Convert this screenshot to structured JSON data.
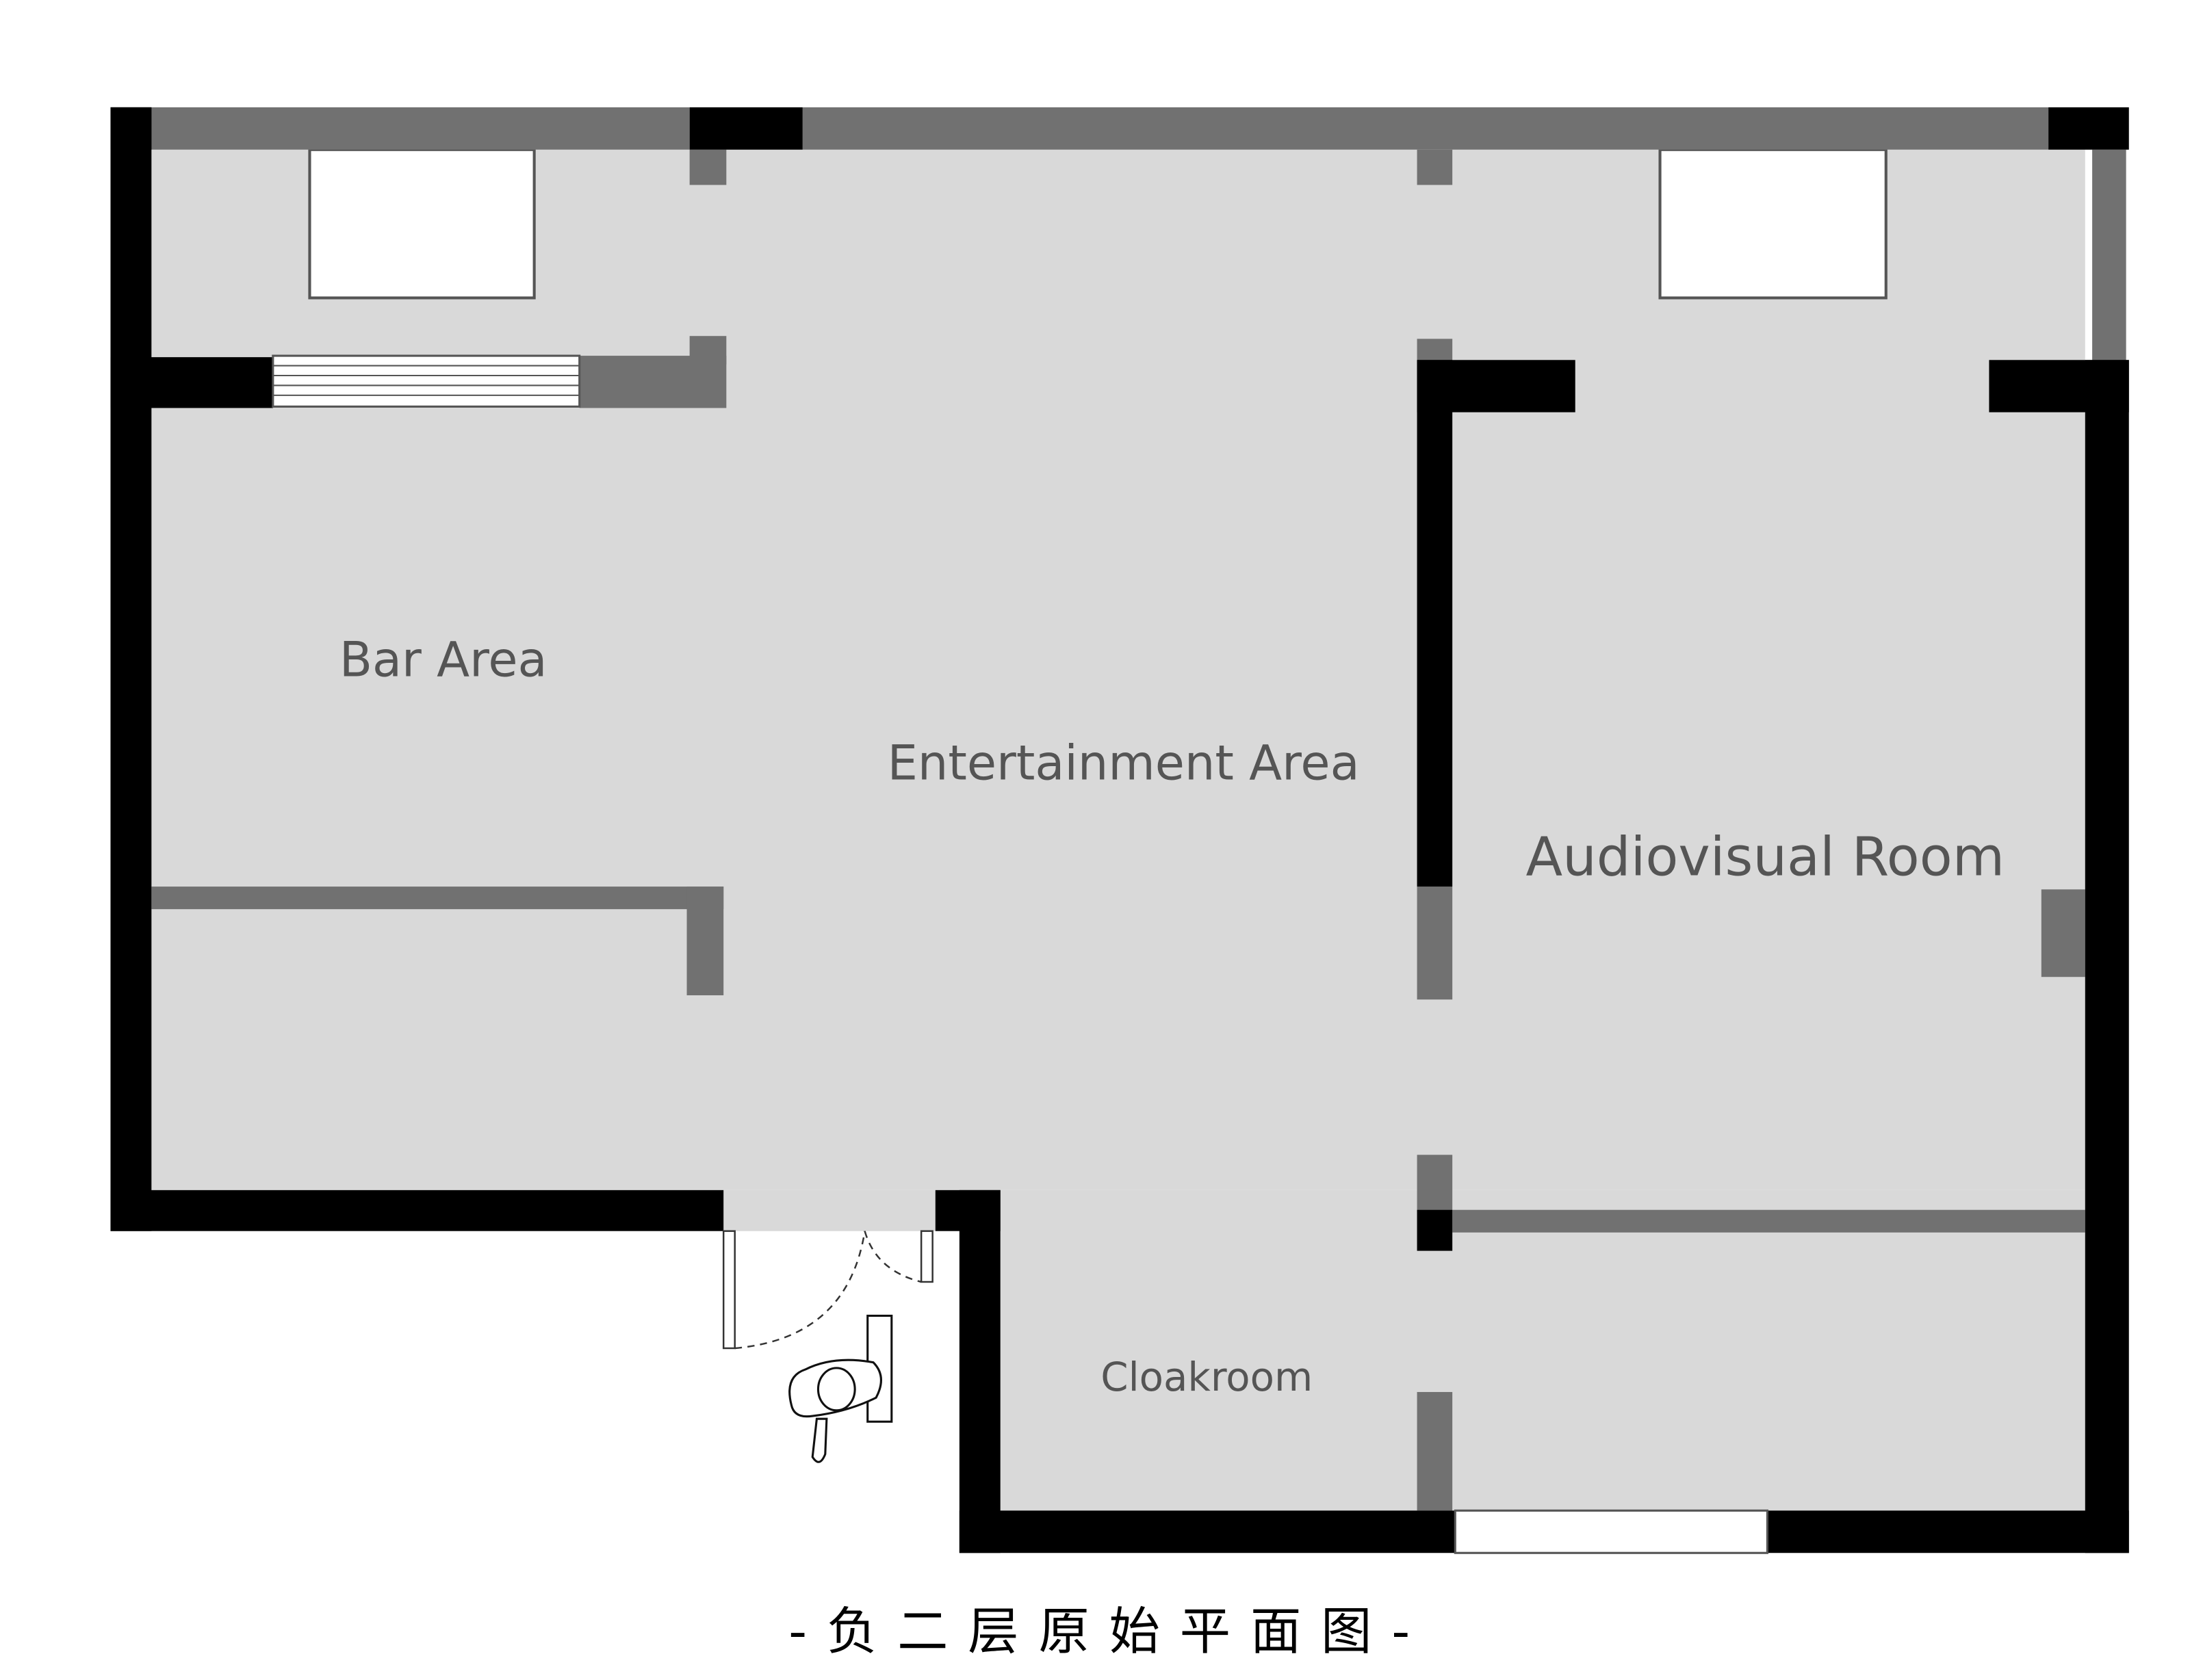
{
  "rooms": {
    "bar": "Bar Area",
    "entertainment": "Entertainment Area",
    "audiovisual": "Audiovisual Room",
    "cloakroom": "Cloakroom"
  },
  "caption": "-负二层原始平面图-",
  "colors": {
    "floor": "#d9d9d9",
    "wall_structural": "#000000",
    "wall_partition": "#717171",
    "label": "#555555"
  }
}
